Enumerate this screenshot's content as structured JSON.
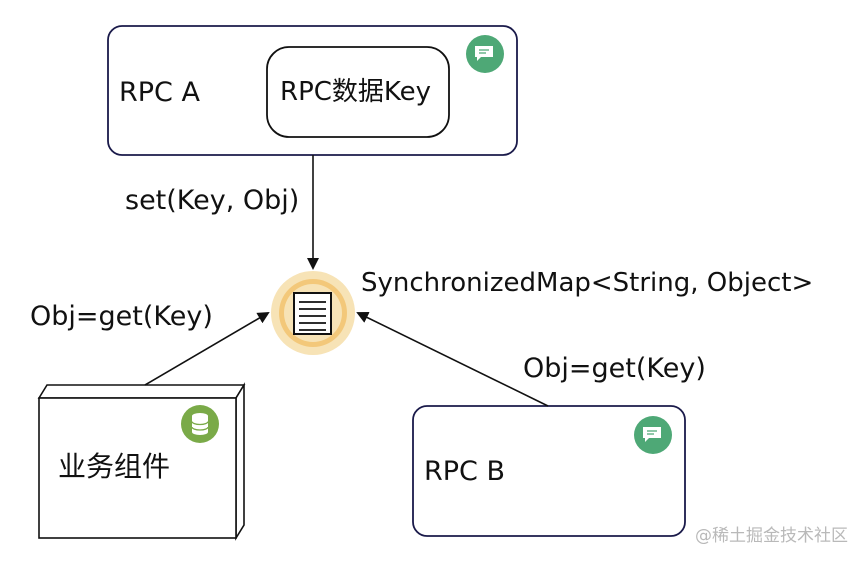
{
  "nodes": {
    "rpc_a": {
      "label": "RPC A",
      "inner_label": "RPC数据Key"
    },
    "map": {
      "label": "SynchronizedMap<String, Object>"
    },
    "biz": {
      "label": "业务组件"
    },
    "rpc_b": {
      "label": "RPC B"
    }
  },
  "edges": {
    "set": {
      "label": "set(Key, Obj)"
    },
    "get_biz": {
      "label": "Obj=get(Key)"
    },
    "get_rpcb": {
      "label": "Obj=get(Key)"
    }
  },
  "icons": {
    "chat": "chat-icon",
    "database": "database-icon",
    "document": "document-list-icon"
  },
  "colors": {
    "border": "#1a1a4a",
    "chat_badge": "#4ea876",
    "db_badge": "#7aaa48",
    "map_ring": "#f7e3b6",
    "map_core": "#f3c87a",
    "line": "#111111"
  },
  "watermark": "@稀土掘金技术社区"
}
